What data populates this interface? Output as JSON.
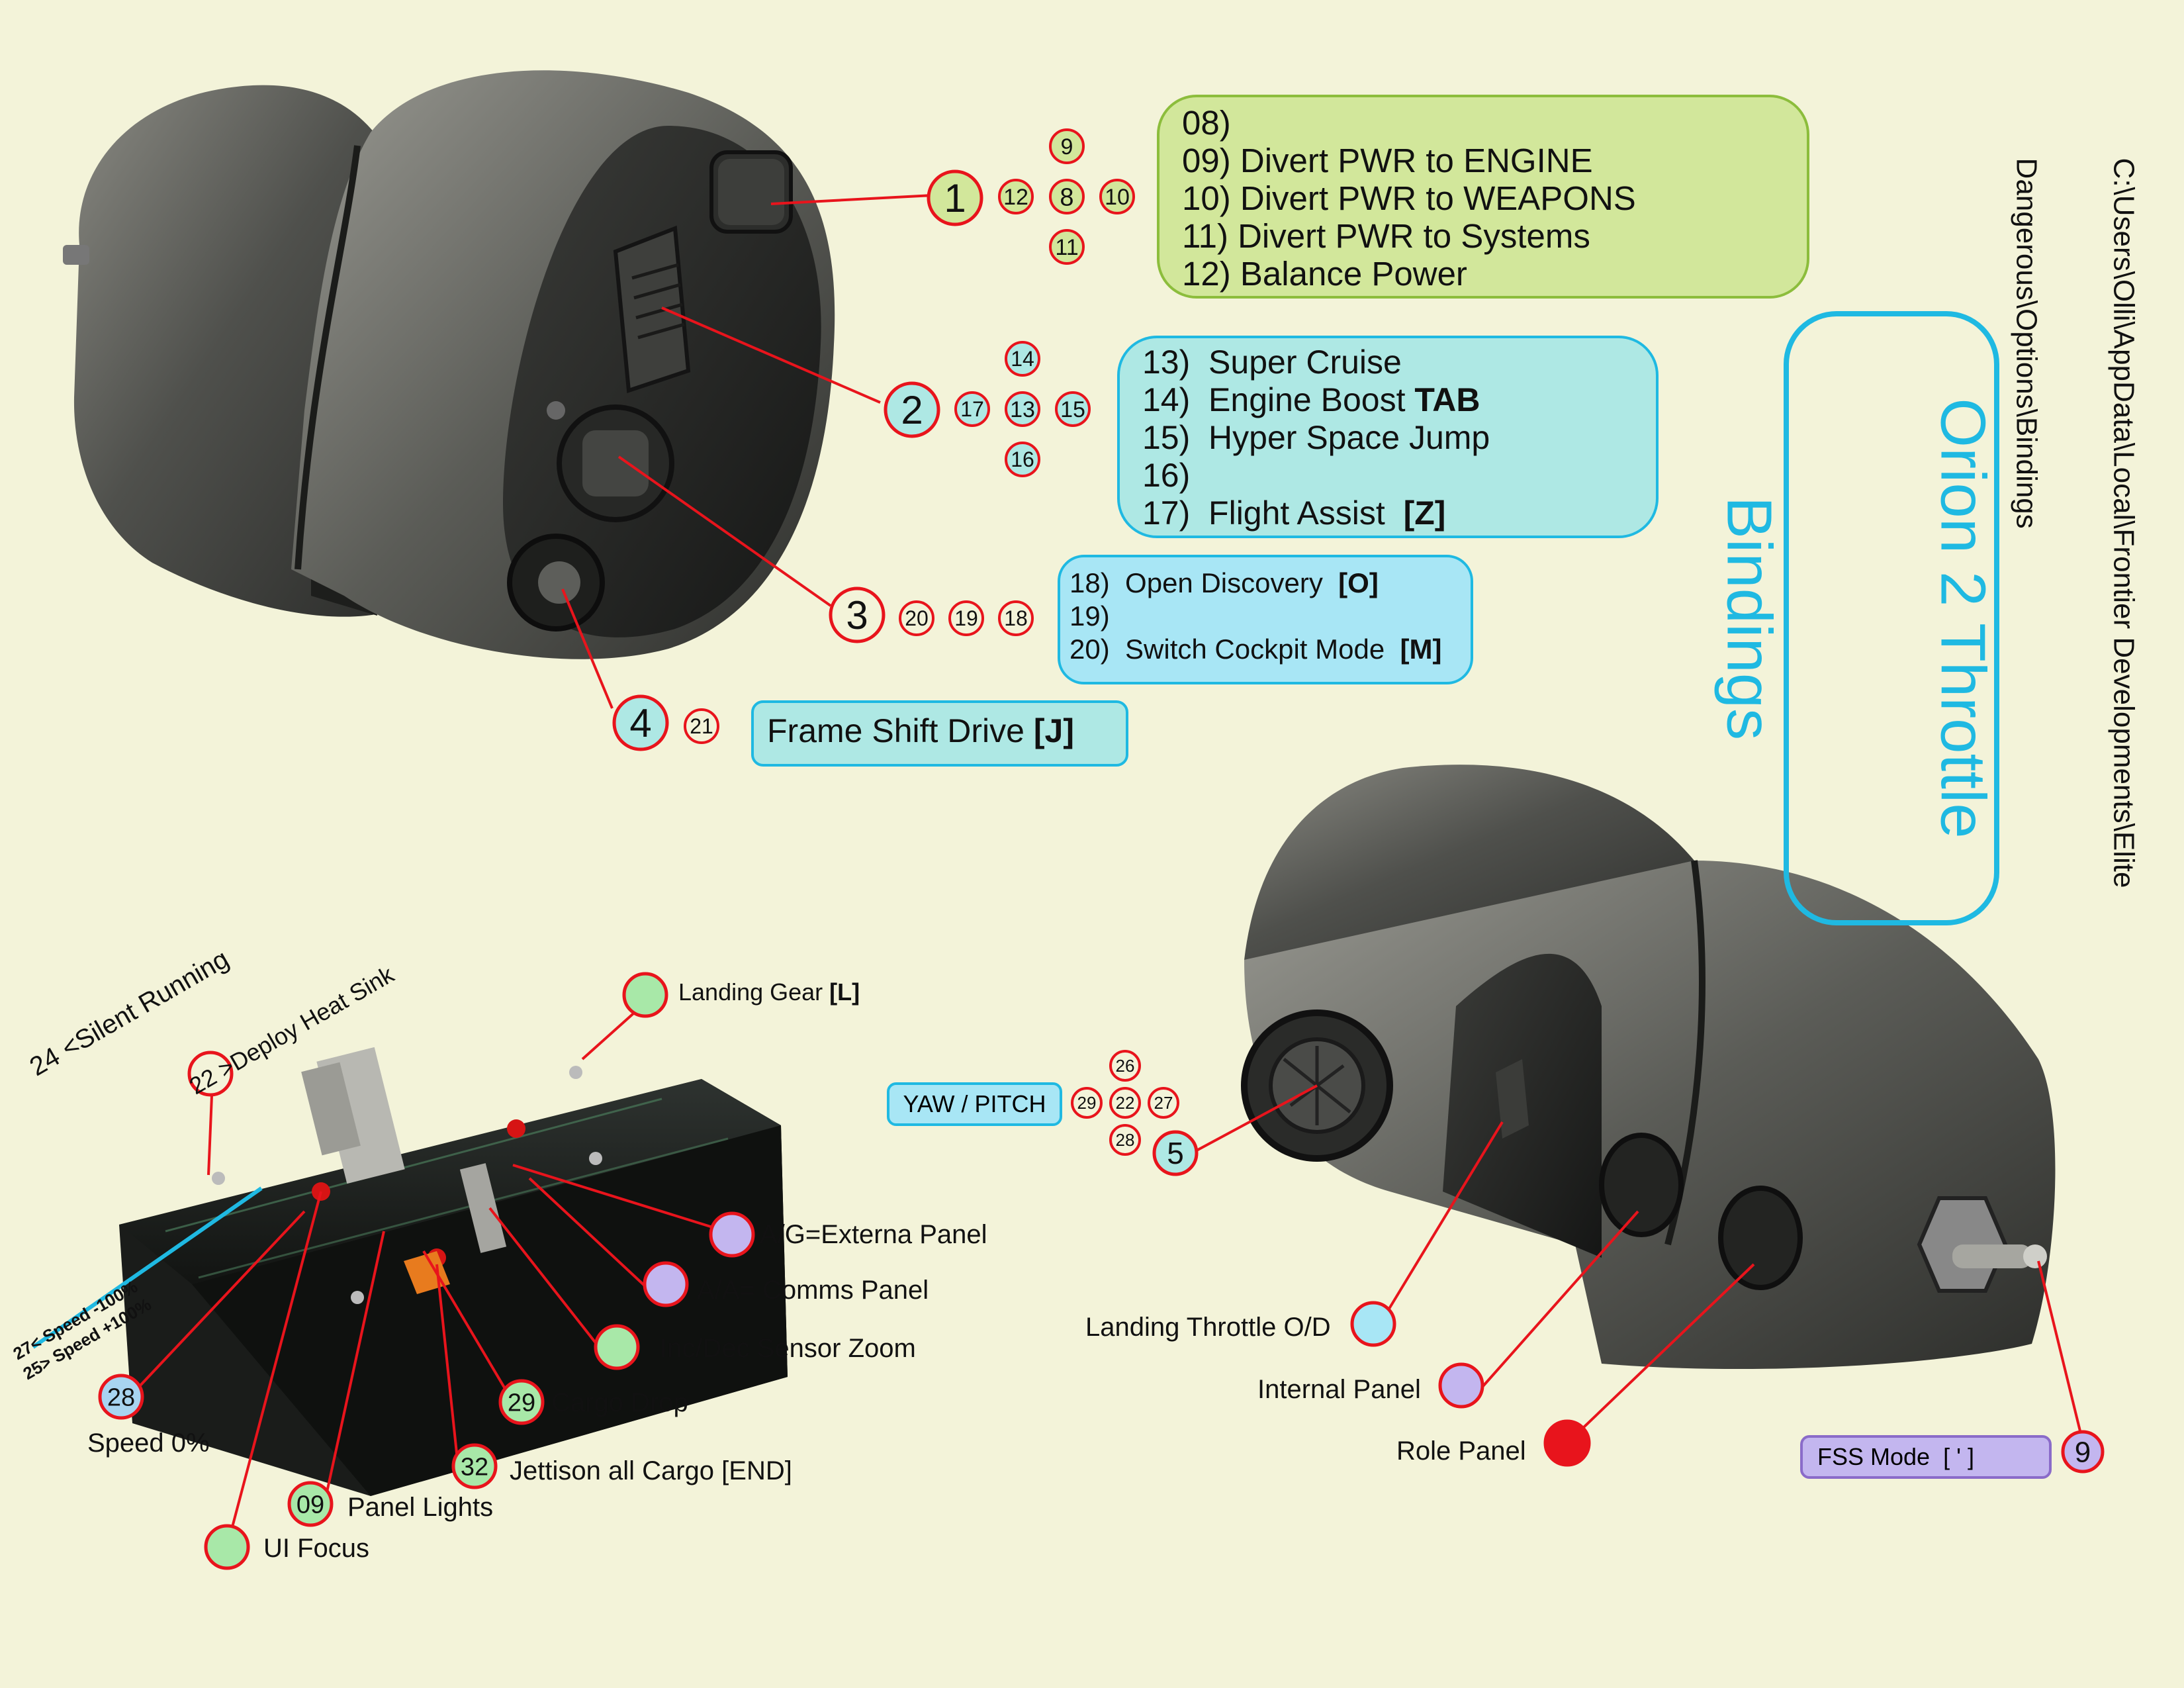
{
  "title": {
    "line1": "Orion 2 Throttle",
    "line2": "Bindings"
  },
  "path": {
    "line1": "C:\\Users\\Olli\\AppData\\Local\\Frontier Developments\\Elite",
    "line2": "Dangerous\\Options\\Bindings"
  },
  "box1": {
    "lines": [
      "08)",
      "09) Divert PWR to ENGINE",
      "10) Divert PWR to WEAPONS",
      "11) Divert PWR to Systems",
      "12) Balance Power"
    ]
  },
  "box2": {
    "l1": "13)  Super Cruise",
    "l2a": "14)  Engine Boost ",
    "l2b": "TAB",
    "l3": "15)  Hyper Space Jump",
    "l4": "16)",
    "l5a": "17)  Flight Assist  ",
    "l5b": "[Z]"
  },
  "box3": {
    "l1a": "18)  Open Discovery  ",
    "l1b": "[O]",
    "l2": "19)",
    "l3a": "20)  Switch Cockpit Mode  ",
    "l3b": "[M]"
  },
  "box4": {
    "a": "Frame Shift Drive  ",
    "b": "[J]"
  },
  "yaw": "YAW / PITCH",
  "fss": "FSS Mode  [ ' ]",
  "markers": {
    "m1": "1",
    "m2": "2",
    "m3": "3",
    "m4": "4",
    "m5": "5",
    "m9": "9",
    "n8": "8",
    "n9": "9",
    "n10": "10",
    "n11": "11",
    "n12": "12",
    "n13": "13",
    "n14": "14",
    "n15": "15",
    "n16": "16",
    "n17": "17",
    "n18": "18",
    "n19": "19",
    "n20": "20",
    "n21": "21",
    "n22": "22",
    "n26": "26",
    "n27": "27",
    "n28": "28",
    "n29": "29",
    "c28": "28",
    "c29": "29",
    "c32": "32",
    "c09": "09"
  },
  "panel": {
    "landing_gear_a": "Landing Gear ",
    "landing_gear_b": "[L]",
    "silent": "24 <Silent Running",
    "heatsink": "22 >Deploy Heat Sink",
    "ag": "A/G=Externa Panel",
    "aa": "A/A= Comms Panel",
    "incdec": "Inc/Dec Sensor Zoom",
    "cargo_drop": "Cargo Drop",
    "jettison": "Jettison all Cargo [END]",
    "panel_lights": "Panel Lights",
    "ui_focus": "UI Focus",
    "speed0": "Speed 0%",
    "speed_minus": "27< Speed -100%",
    "speed_plus": "25> Speed +100%"
  },
  "throttle": {
    "landing": "Landing Throttle O/D",
    "internal": "Internal Panel",
    "role": "Role Panel"
  },
  "colors": {
    "green": "#d2e79b",
    "cyan": "#aee8e4",
    "lightblue": "#a8e6f5",
    "purple": "#c3b6ef",
    "red": "#e8141c",
    "title": "#1fb9e2"
  }
}
